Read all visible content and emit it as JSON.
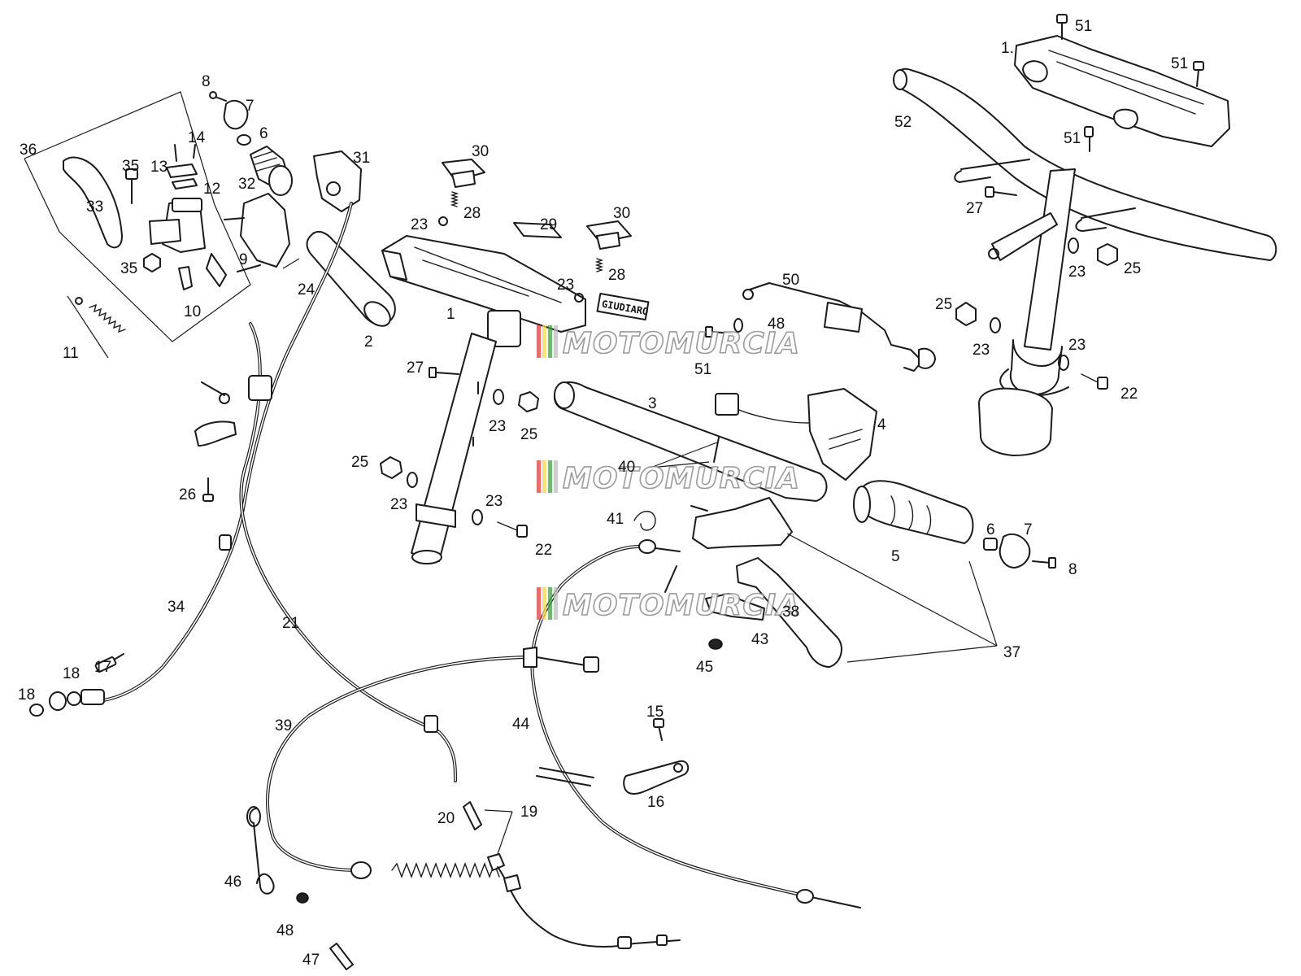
{
  "callouts": [
    {
      "id": "c1a",
      "text": "1"
    },
    {
      "id": "c1b",
      "text": "1."
    },
    {
      "id": "c2",
      "text": "2"
    },
    {
      "id": "c3",
      "text": "3"
    },
    {
      "id": "c4",
      "text": "4"
    },
    {
      "id": "c5",
      "text": "5"
    },
    {
      "id": "c6a",
      "text": "6"
    },
    {
      "id": "c6b",
      "text": "6"
    },
    {
      "id": "c7a",
      "text": "7"
    },
    {
      "id": "c7b",
      "text": "7"
    },
    {
      "id": "c8a",
      "text": "8"
    },
    {
      "id": "c8b",
      "text": "8"
    },
    {
      "id": "c9",
      "text": "9"
    },
    {
      "id": "c10",
      "text": "10"
    },
    {
      "id": "c11",
      "text": "11"
    },
    {
      "id": "c12",
      "text": "12"
    },
    {
      "id": "c13",
      "text": "13"
    },
    {
      "id": "c14",
      "text": "14"
    },
    {
      "id": "c15",
      "text": "15"
    },
    {
      "id": "c16",
      "text": "16"
    },
    {
      "id": "c17",
      "text": "17"
    },
    {
      "id": "c18a",
      "text": "18"
    },
    {
      "id": "c18b",
      "text": "18"
    },
    {
      "id": "c19",
      "text": "19"
    },
    {
      "id": "c20",
      "text": "20"
    },
    {
      "id": "c21",
      "text": "21"
    },
    {
      "id": "c22a",
      "text": "22"
    },
    {
      "id": "c22b",
      "text": "22"
    },
    {
      "id": "c23a",
      "text": "23"
    },
    {
      "id": "c23b",
      "text": "23"
    },
    {
      "id": "c23c",
      "text": "23"
    },
    {
      "id": "c23d",
      "text": "23"
    },
    {
      "id": "c23e",
      "text": "23"
    },
    {
      "id": "c23f",
      "text": "23"
    },
    {
      "id": "c23g",
      "text": "23"
    },
    {
      "id": "c23h",
      "text": "23"
    },
    {
      "id": "c24",
      "text": "24"
    },
    {
      "id": "c25a",
      "text": "25"
    },
    {
      "id": "c25b",
      "text": "25"
    },
    {
      "id": "c25c",
      "text": "25"
    },
    {
      "id": "c25d",
      "text": "25"
    },
    {
      "id": "c26",
      "text": "26"
    },
    {
      "id": "c27a",
      "text": "27"
    },
    {
      "id": "c27b",
      "text": "27"
    },
    {
      "id": "c28a",
      "text": "28"
    },
    {
      "id": "c28b",
      "text": "28"
    },
    {
      "id": "c29",
      "text": "29"
    },
    {
      "id": "c30a",
      "text": "30"
    },
    {
      "id": "c30b",
      "text": "30"
    },
    {
      "id": "c31",
      "text": "31"
    },
    {
      "id": "c32",
      "text": "32"
    },
    {
      "id": "c33",
      "text": "33"
    },
    {
      "id": "c34",
      "text": "34"
    },
    {
      "id": "c35a",
      "text": "35"
    },
    {
      "id": "c35b",
      "text": "35"
    },
    {
      "id": "c36",
      "text": "36"
    },
    {
      "id": "c37",
      "text": "37"
    },
    {
      "id": "c38",
      "text": "38"
    },
    {
      "id": "c39",
      "text": "39"
    },
    {
      "id": "c40",
      "text": "40"
    },
    {
      "id": "c41",
      "text": "41"
    },
    {
      "id": "c43",
      "text": "43"
    },
    {
      "id": "c44",
      "text": "44"
    },
    {
      "id": "c45",
      "text": "45"
    },
    {
      "id": "c46",
      "text": "46"
    },
    {
      "id": "c47",
      "text": "47"
    },
    {
      "id": "c48a",
      "text": "48"
    },
    {
      "id": "c48b",
      "text": "48"
    },
    {
      "id": "c50",
      "text": "50"
    },
    {
      "id": "c51a",
      "text": "51"
    },
    {
      "id": "c51b",
      "text": "51"
    },
    {
      "id": "c51c",
      "text": "51"
    },
    {
      "id": "c51d",
      "text": "51"
    },
    {
      "id": "c52",
      "text": "52"
    }
  ],
  "watermark": {
    "text": "MOTOMURCIA",
    "stripe_colors": [
      "#e53935",
      "#fdd835",
      "#43a047",
      "#bdbdbd"
    ]
  },
  "stamp_text": "GIUDIARO"
}
